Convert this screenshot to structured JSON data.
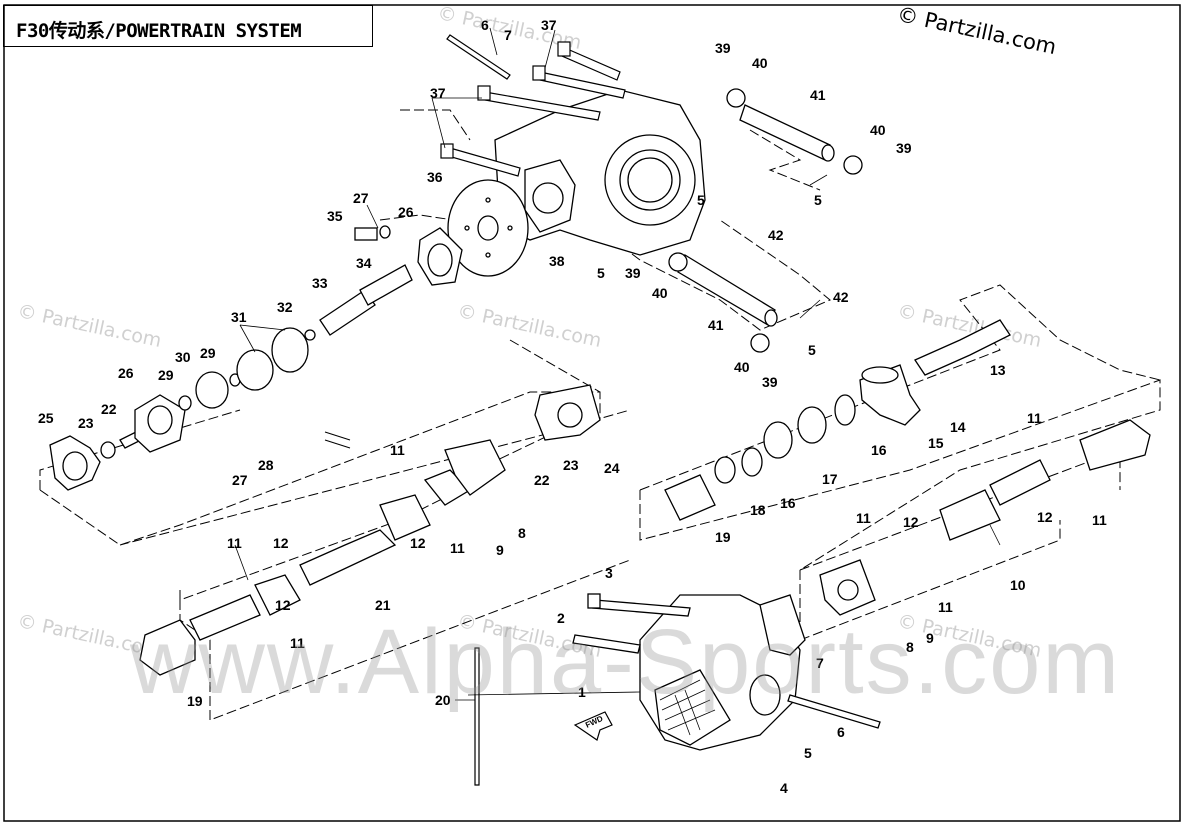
{
  "title": "F30传动系/POWERTRAIN SYSTEM",
  "copyright": "© Partzilla.com",
  "watermark_small": "© Partzilla.com",
  "watermark_big": "www.Alpha-Sports.com",
  "fwd_label": "FWD",
  "callouts": [
    "1",
    "2",
    "3",
    "4",
    "5",
    "5",
    "5",
    "5",
    "5",
    "6",
    "6",
    "7",
    "7",
    "8",
    "8",
    "9",
    "9",
    "10",
    "11",
    "11",
    "11",
    "11",
    "11",
    "11",
    "11",
    "11",
    "12",
    "12",
    "12",
    "12",
    "12",
    "13",
    "14",
    "15",
    "16",
    "16",
    "17",
    "18",
    "19",
    "19",
    "20",
    "21",
    "22",
    "22",
    "23",
    "23",
    "24",
    "25",
    "26",
    "26",
    "27",
    "27",
    "28",
    "29",
    "29",
    "30",
    "31",
    "32",
    "33",
    "34",
    "35",
    "36",
    "37",
    "37",
    "38",
    "39",
    "39",
    "39",
    "39",
    "40",
    "40",
    "40",
    "40",
    "41",
    "41",
    "42",
    "42"
  ]
}
